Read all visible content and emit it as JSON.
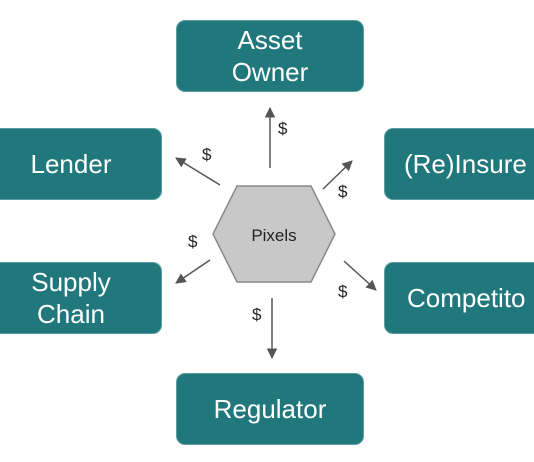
{
  "center": {
    "label": "Pixels"
  },
  "nodes": {
    "asset_owner": {
      "label_line1": "Asset",
      "label_line2": "Owner"
    },
    "lender": {
      "label": "Lender"
    },
    "reinsurer": {
      "label": "(Re)Insure"
    },
    "supply_chain": {
      "label_line1": "Supply",
      "label_line2": "Chain"
    },
    "competitor": {
      "label": "Competito"
    },
    "regulator": {
      "label": "Regulator"
    }
  },
  "flows": {
    "symbol": "$"
  },
  "colors": {
    "node_fill": "#20787c",
    "hexagon_fill": "#c8c8c8",
    "arrow": "#555555"
  }
}
